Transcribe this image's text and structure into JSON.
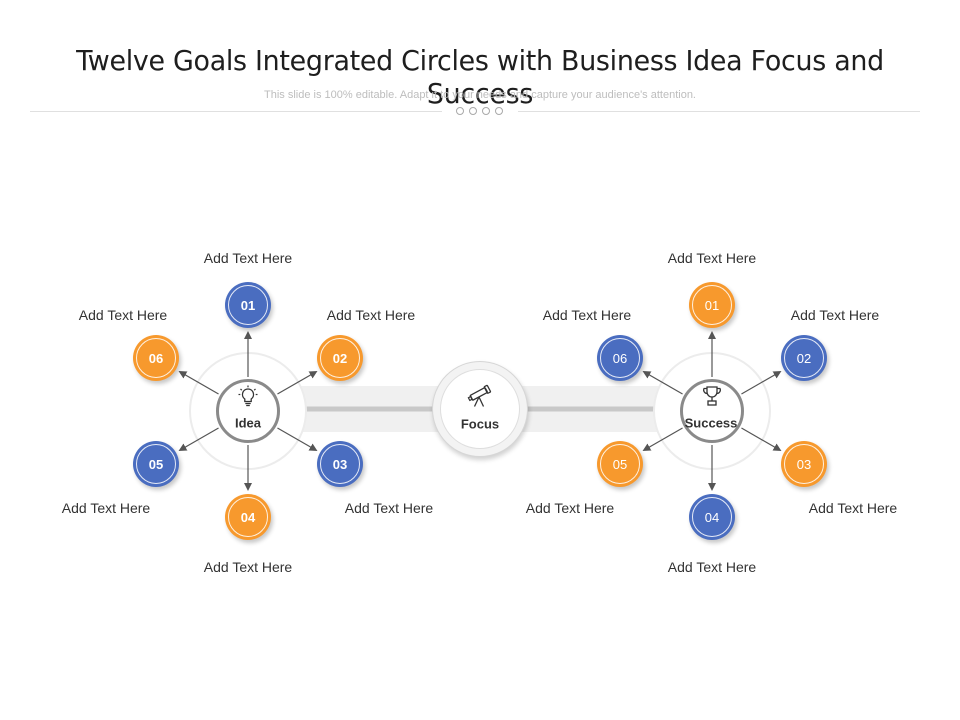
{
  "title": "Twelve Goals Integrated Circles with Business Idea Focus and Success",
  "subtitle": "This slide is 100% editable. Adapt it to your needs and capture your audience's attention.",
  "colors": {
    "blue": "#4a6dc0",
    "orange": "#f7992d",
    "hub_ring": "#8a8a8a",
    "band": "#f0f0f0",
    "connector": "#c8c8c8"
  },
  "center": {
    "label": "Focus",
    "icon": "telescope-icon"
  },
  "clusters": [
    {
      "hub_label": "Idea",
      "hub_icon": "lightbulb-icon",
      "number_style": "bold",
      "goals": [
        {
          "number": "01",
          "color": "blue",
          "text": "Add Text Here"
        },
        {
          "number": "02",
          "color": "orange",
          "text": "Add Text Here"
        },
        {
          "number": "03",
          "color": "blue",
          "text": "Add Text Here"
        },
        {
          "number": "04",
          "color": "orange",
          "text": "Add Text Here"
        },
        {
          "number": "05",
          "color": "blue",
          "text": "Add Text Here"
        },
        {
          "number": "06",
          "color": "orange",
          "text": "Add Text Here"
        }
      ]
    },
    {
      "hub_label": "Success",
      "hub_icon": "trophy-icon",
      "number_style": "regular",
      "goals": [
        {
          "number": "01",
          "color": "orange",
          "text": "Add Text Here"
        },
        {
          "number": "02",
          "color": "blue",
          "text": "Add Text Here"
        },
        {
          "number": "03",
          "color": "orange",
          "text": "Add Text Here"
        },
        {
          "number": "04",
          "color": "blue",
          "text": "Add Text Here"
        },
        {
          "number": "05",
          "color": "orange",
          "text": "Add Text Here"
        },
        {
          "number": "06",
          "color": "blue",
          "text": "Add Text Here"
        }
      ]
    }
  ]
}
